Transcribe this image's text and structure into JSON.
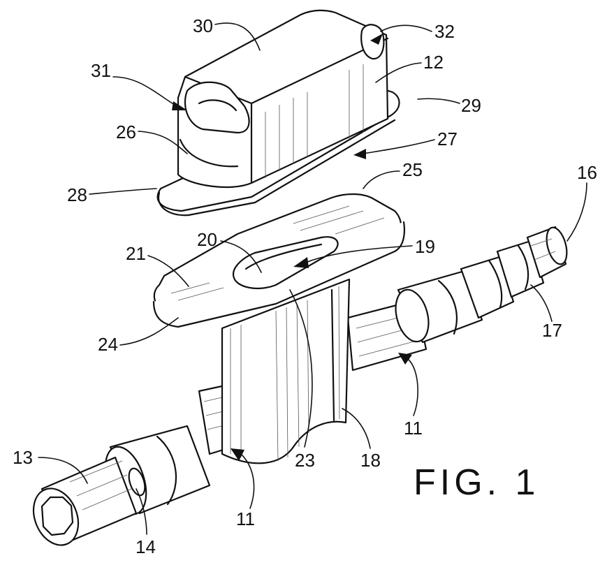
{
  "figure": {
    "caption": "FIG. 1"
  },
  "labels": {
    "l30": "30",
    "l32": "32",
    "l31": "31",
    "l12": "12",
    "l29": "29",
    "l26": "26",
    "l27": "27",
    "l28": "28",
    "l25": "25",
    "l16": "16",
    "l20": "20",
    "l19": "19",
    "l21": "21",
    "l24": "24",
    "l17": "17",
    "l11a": "11",
    "l11b": "11",
    "l13": "13",
    "l23": "23",
    "l18": "18",
    "l14": "14"
  }
}
